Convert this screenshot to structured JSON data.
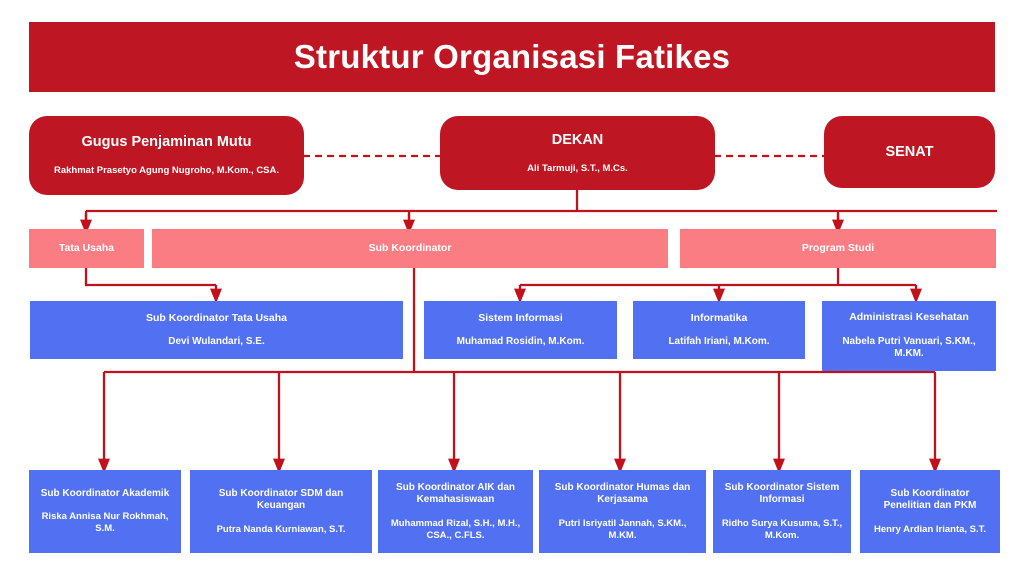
{
  "title": {
    "text": "Struktur Organisasi Fatikes"
  },
  "colors": {
    "primary_red": "#BE1622",
    "pink": "#FB7D84",
    "blue": "#5271F2",
    "connector": "#C1121C",
    "background": "#FFFFFF",
    "text": "#FFFFFF"
  },
  "level_executive": [
    {
      "id": "gugus-penjaminan-mutu",
      "role": "Gugus Penjaminan Mutu",
      "person": "Rakhmat Prasetyo Agung Nugroho, M.Kom., CSA."
    },
    {
      "id": "dekan",
      "role": "DEKAN",
      "person": "Ali Tarmuji, S.T., M.Cs."
    },
    {
      "id": "senat",
      "role": "SENAT",
      "person": ""
    }
  ],
  "level_divisions": [
    {
      "id": "tata-usaha",
      "label": "Tata Usaha"
    },
    {
      "id": "sub-koordinator",
      "label": "Sub Koordinator"
    },
    {
      "id": "program-studi",
      "label": "Program Studi"
    }
  ],
  "level_units": [
    {
      "id": "sub-koordinator-tata-usaha",
      "role": "Sub Koordinator Tata Usaha",
      "person": "Devi Wulandari, S.E."
    },
    {
      "id": "sistem-informasi",
      "role": "Sistem Informasi",
      "person": "Muhamad Rosidin, M.Kom."
    },
    {
      "id": "informatika",
      "role": "Informatika",
      "person": "Latifah Iriani, M.Kom."
    },
    {
      "id": "administrasi-kesehatan",
      "role": "Administrasi Kesehatan",
      "person": "Nabela Putri Vanuari, S.KM., M.KM."
    }
  ],
  "level_subcoordinators": [
    {
      "id": "sub-koordinator-akademik",
      "role": "Sub Koordinator Akademik",
      "person": "Riska Annisa Nur Rokhmah, S.M."
    },
    {
      "id": "sub-koordinator-sdm-dan-keuangan",
      "role": "Sub Koordinator SDM dan Keuangan",
      "person": "Putra Nanda Kurniawan, S.T."
    },
    {
      "id": "sub-koordinator-aik-dan-kemahasiswaan",
      "role": "Sub Koordinator AIK dan Kemahasiswaan",
      "person": "Muhammad Rizal, S.H., M.H., CSA., C.FLS."
    },
    {
      "id": "sub-koordinator-humas-dan-kerjasama",
      "role": "Sub Koordinator Humas dan Kerjasama",
      "person": "Putri Isriyatil Jannah, S.KM., M.KM."
    },
    {
      "id": "sub-koordinator-sistem-informasi",
      "role": "Sub Koordinator Sistem Informasi",
      "person": "Ridho Surya Kusuma, S.T., M.Kom."
    },
    {
      "id": "sub-koordinator-penelitian-dan-pkm",
      "role": "Sub Koordinator Penelitian dan PKM",
      "person": "Henry Ardian Irianta, S.T."
    }
  ]
}
